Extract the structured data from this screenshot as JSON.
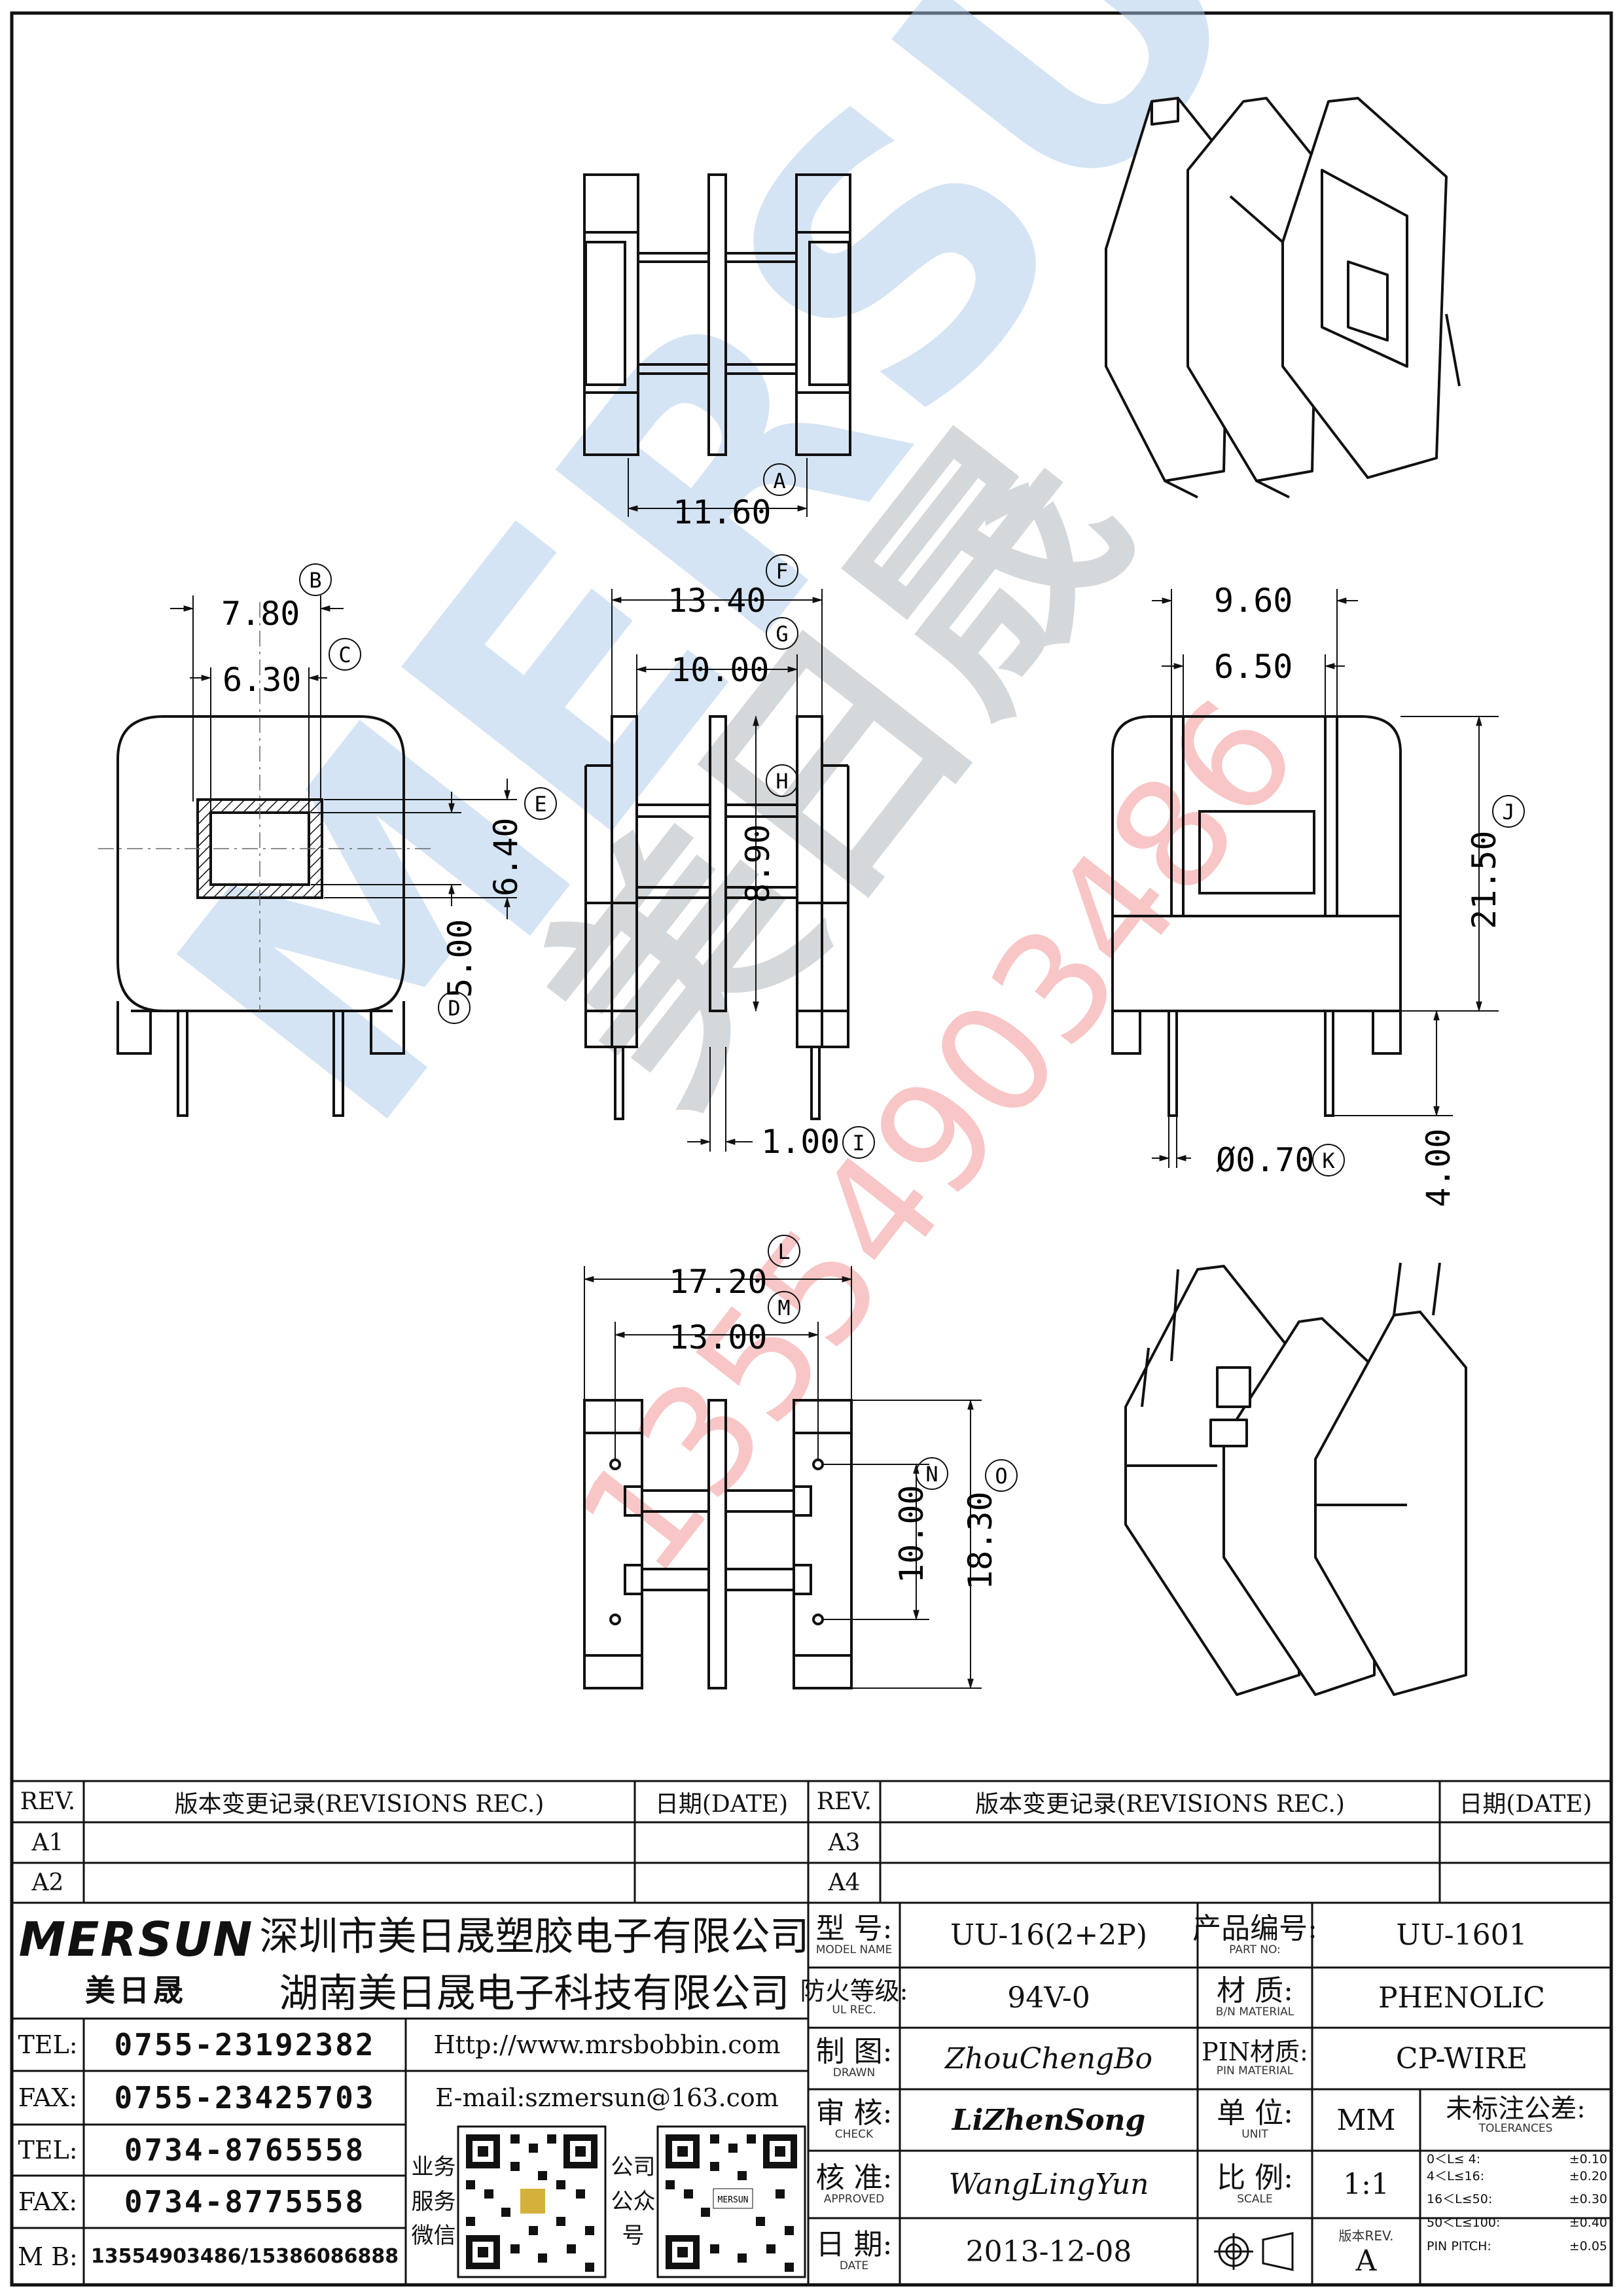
{
  "watermark": {
    "brand": "MERSUN",
    "brand_cn": "美日晟",
    "phone": "13554903486"
  },
  "dims": {
    "top_width": "11.60",
    "top_tag": "A",
    "b_val": "7.80",
    "b_tag": "B",
    "c_val": "6.30",
    "c_tag": "C",
    "d_val": "5.00",
    "d_tag": "D",
    "e_val": "6.40",
    "e_tag": "E",
    "f_val": "13.40",
    "f_tag": "F",
    "g_val": "10.00",
    "g_tag": "G",
    "h_val": "8.90",
    "h_tag": "H",
    "i_val": "1.00",
    "i_tag": "I",
    "side_w1": "9.60",
    "side_w2": "6.50",
    "j_val": "21.50",
    "j_tag": "J",
    "k_val": "Ø0.70",
    "k_tag": "K",
    "pin_len": "4.00",
    "l_val": "17.20",
    "l_tag": "L",
    "m_val": "13.00",
    "m_tag": "M",
    "n_val": "10.00",
    "n_tag": "N",
    "o_val": "18.30",
    "o_tag": "O"
  },
  "revisions": {
    "rev_label": "REV.",
    "record_label": "版本变更记录(REVISIONS REC.)",
    "date_label": "日期(DATE)",
    "left_rows": [
      "A1",
      "A2"
    ],
    "right_rows": [
      "A3",
      "A4"
    ]
  },
  "company": {
    "logo": "MERSUN",
    "logo_cn": "美日晟",
    "name1": "深圳市美日晟塑胶电子有限公司",
    "name2": "湖南美日晟电子科技有限公司"
  },
  "contacts": [
    {
      "label": "TEL:",
      "value": "0755-23192382"
    },
    {
      "label": "FAX:",
      "value": "0755-23425703"
    },
    {
      "label": "TEL:",
      "value": "0734-8765558"
    },
    {
      "label": "FAX:",
      "value": "0734-8775558"
    },
    {
      "label": "M B:",
      "value": "13554903486/15386086888"
    }
  ],
  "web": "Http://www.mrsbobbin.com",
  "email": "E-mail:szmersun@163.com",
  "qr_labels": {
    "left": [
      "业务",
      "服务",
      "微信"
    ],
    "right": [
      "公司",
      "公众",
      "号"
    ],
    "qr_right_text": "MERSUN"
  },
  "info": {
    "model_label": "型 号:",
    "model_label_en": "MODEL NAME",
    "model_value": "UU-16(2+2P)",
    "part_label": "产品编号:",
    "part_label_en": "PART NO:",
    "part_value": "UU-1601",
    "fire_label": "防火等级:",
    "fire_label_en": "UL REC.",
    "fire_value": "94V-0",
    "material_label": "材 质:",
    "material_label_en": "B/N MATERIAL",
    "material_value": "PHENOLIC",
    "drawn_label": "制 图:",
    "drawn_label_en": "DRAWN",
    "drawn_value": "ZhouChengBo",
    "pin_label": "PIN材质:",
    "pin_label_en": "PIN MATERIAL",
    "pin_value": "CP-WIRE",
    "check_label": "审 核:",
    "check_label_en": "CHECK",
    "check_value": "LiZhenSong",
    "unit_label": "单 位:",
    "unit_label_en": "UNIT",
    "unit_value": "MM",
    "tol_label": "未标注公差:",
    "tol_label_en": "TOLERANCES",
    "approved_label": "核 准:",
    "approved_label_en": "APPROVED",
    "approved_value": "WangLingYun",
    "scale_label": "比 例:",
    "scale_label_en": "SCALE",
    "scale_value": "1:1",
    "date_label": "日 期:",
    "date_label_en": "DATE",
    "date_value": "2013-12-08",
    "rev_label": "版本REV.",
    "rev_value": "A"
  },
  "tolerances": [
    {
      "range": "0＜L≤ 4:",
      "value": "±0.10"
    },
    {
      "range": "4＜L≤16:",
      "value": "±0.20"
    },
    {
      "range": "16＜L≤50:",
      "value": "±0.30"
    },
    {
      "range": "50＜L≤100:",
      "value": "±0.40"
    },
    {
      "range": "PIN PITCH:",
      "value": "±0.05"
    }
  ]
}
